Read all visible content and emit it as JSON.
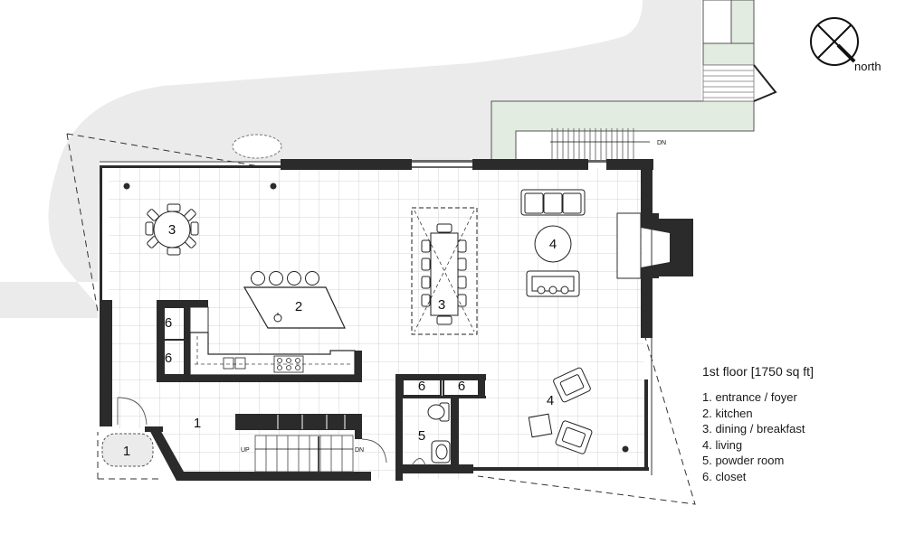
{
  "north_label": "north",
  "legend": {
    "title": "1st floor   [1750 sq ft]",
    "items": [
      "1. entrance / foyer",
      "2. kitchen",
      "3. dining / breakfast",
      "4. living",
      "5. powder room",
      "6. closet"
    ]
  },
  "room_labels": {
    "entrance_outside": "1",
    "foyer": "1",
    "kitchen": "2",
    "breakfast": "3",
    "dining": "3",
    "living_upper": "4",
    "living_lower": "4",
    "powder_room": "5",
    "closet_a": "6",
    "closet_b": "6",
    "closet_c": "6",
    "closet_d": "6"
  },
  "stair_labels": {
    "up": "UP",
    "down": "DN",
    "exterior_down": "DN"
  },
  "colors": {
    "wall": "#2b2b2b",
    "ground": "#ebebeb",
    "planter": "#e3ece1",
    "tile_line": "#c9c9c9"
  }
}
